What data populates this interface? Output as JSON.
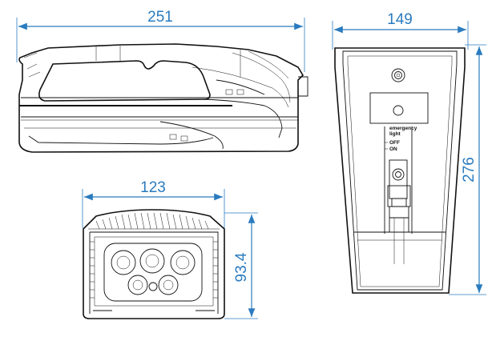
{
  "dimensions": {
    "side_length": "251",
    "front_width": "149",
    "front_height": "276",
    "end_width": "123",
    "end_height": "93.4"
  },
  "switch_labels": {
    "title_line1": "emergency",
    "title_line2": "light",
    "off": "OFF",
    "on": "ON"
  },
  "colors": {
    "dimension": "#2a7bbf",
    "outline": "#111111"
  }
}
